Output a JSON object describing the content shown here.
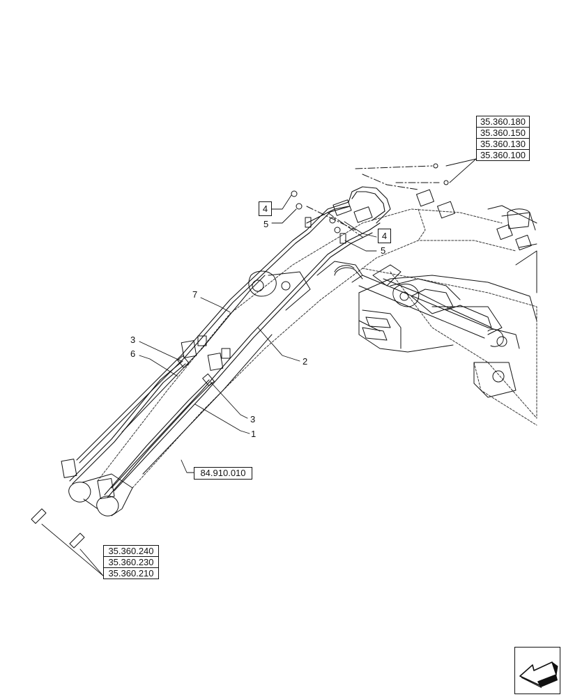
{
  "refs_top_right": [
    "35.360.180",
    "35.360.150",
    "35.360.130",
    "35.360.100"
  ],
  "refs_bottom_left": [
    "35.360.240",
    "35.360.230",
    "35.360.210"
  ],
  "ref_mid": "84.910.010",
  "callouts": {
    "c7": "7",
    "c3a": "3",
    "c6": "6",
    "c2": "2",
    "c3b": "3",
    "c1": "1",
    "c5a": "5",
    "c5b": "5",
    "c4a": "4",
    "c4b": "4"
  },
  "icons": {
    "nav": "arrow-nav-icon"
  },
  "colors": {
    "line": "#111111",
    "background": "#ffffff"
  }
}
